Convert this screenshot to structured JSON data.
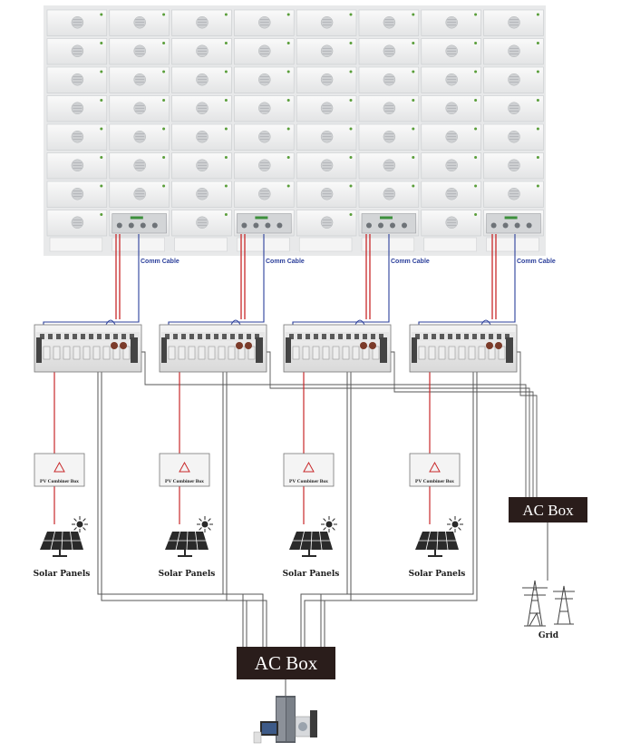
{
  "comm_cable_label": "Comm Cable",
  "inverters": [
    {
      "id": "inverter-1",
      "combiner_label": "PV Combiner Box",
      "panel_label": "Solar Panels"
    },
    {
      "id": "inverter-2",
      "combiner_label": "PV Combiner Box",
      "panel_label": "Solar Panels"
    },
    {
      "id": "inverter-3",
      "combiner_label": "PV Combiner Box",
      "panel_label": "Solar Panels"
    },
    {
      "id": "inverter-4",
      "combiner_label": "PV Combiner Box",
      "panel_label": "Solar Panels"
    }
  ],
  "ac_box_grid": {
    "label": "AC Box"
  },
  "ac_box_load": {
    "label": "AC Box"
  },
  "grid": {
    "label": "Grid"
  },
  "colors": {
    "power_cable": "#c8282a",
    "comm_cable": "#2b3f9b",
    "ac_line": "#555555",
    "ac_box_fill": "#2a1d1b",
    "battery_fill": "#f1f2f2"
  },
  "battery_racks": {
    "columns": 8,
    "rows": 8
  }
}
